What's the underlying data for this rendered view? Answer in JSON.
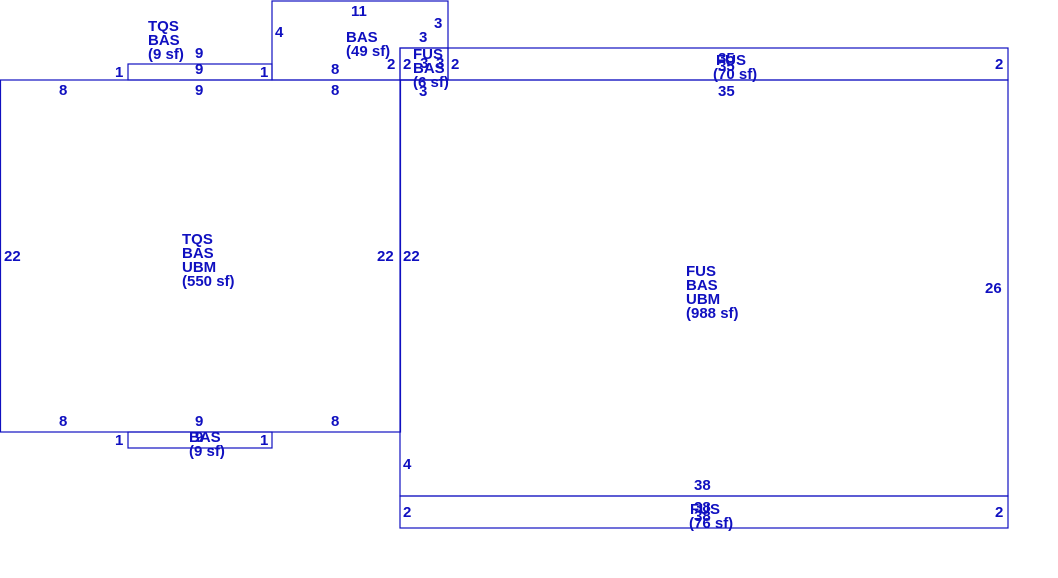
{
  "sketch": {
    "line_color": "#1010c0",
    "areas": [
      {
        "name": "main-left",
        "codes": [
          "TQS",
          "BAS",
          "UBM"
        ],
        "area": "(550 sf)",
        "dims": {
          "top_left": "8",
          "top_mid": "9",
          "top_right": "8",
          "left": "22",
          "right": "22",
          "bottom_left": "8",
          "bottom_mid": "9",
          "bottom_right": "8"
        }
      },
      {
        "name": "top-left-strip",
        "codes": [
          "TQS",
          "BAS"
        ],
        "area": "(9 sf)",
        "dims": {
          "top_a": "9",
          "top_b": "9",
          "left": "1",
          "right": "1"
        }
      },
      {
        "name": "top-bay",
        "codes": [
          "BAS"
        ],
        "area": "(49 sf)",
        "dims": {
          "top": "11",
          "left": "4",
          "right_a": "3",
          "right_b": "3",
          "bottom_left": "8",
          "bottom_right": "2"
        }
      },
      {
        "name": "small-fus",
        "codes": [
          "FUS",
          "BAS"
        ],
        "area": "(6 sf)",
        "dims": {
          "left": "2",
          "right": "2",
          "top_a": "3",
          "top_b": "3",
          "bottom": "3"
        }
      },
      {
        "name": "top-right-strip",
        "codes": [
          "FUS"
        ],
        "area": "(70 sf)",
        "dims": {
          "top": "35",
          "top_b": "35",
          "bottom": "35",
          "right": "2"
        }
      },
      {
        "name": "main-right",
        "codes": [
          "FUS",
          "BAS",
          "UBM"
        ],
        "area": "(988 sf)",
        "dims": {
          "left": "22",
          "right": "26",
          "left_low": "4",
          "bottom": "38"
        }
      },
      {
        "name": "bottom-left-strip",
        "codes": [
          "BAS"
        ],
        "area": "(9 sf)",
        "dims": {
          "mid": "9",
          "left": "1",
          "right": "1"
        }
      },
      {
        "name": "bottom-right-strip",
        "codes": [
          "FUS"
        ],
        "area": "(76 sf)",
        "dims": {
          "top_a": "38",
          "top_b": "38",
          "left": "2",
          "right": "2"
        }
      }
    ]
  }
}
